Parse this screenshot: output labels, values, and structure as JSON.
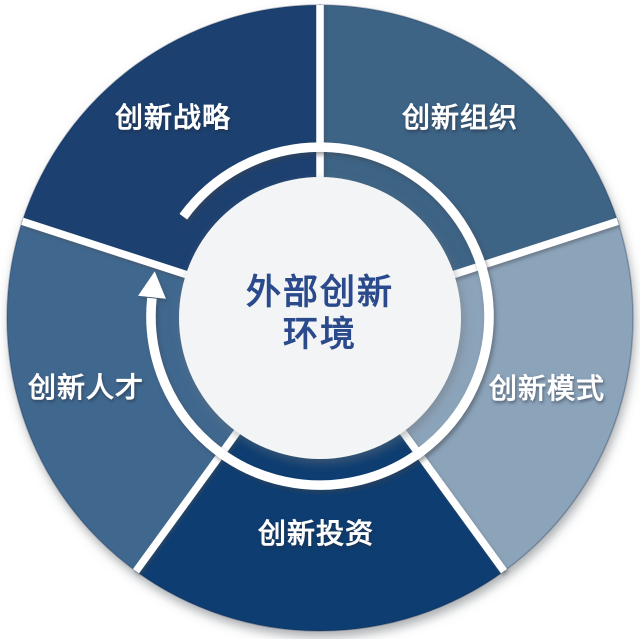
{
  "center": {
    "line1": "外部创新",
    "line2": "环境",
    "text_color": "#2b4a8c",
    "circle_fill": "#f3f4f6"
  },
  "segments": [
    {
      "label": "创新组织",
      "color": "#3e6385"
    },
    {
      "label": "创新模式",
      "color": "#8ca4ba"
    },
    {
      "label": "创新投资",
      "color": "#0d3d71"
    },
    {
      "label": "创新人才",
      "color": "#40678f"
    },
    {
      "label": "创新战略",
      "color": "#1a4170"
    }
  ],
  "label_color": "#ffffff",
  "divider_color": "#ffffff",
  "arrow": {
    "color": "#ffffff",
    "direction": "clockwise"
  }
}
